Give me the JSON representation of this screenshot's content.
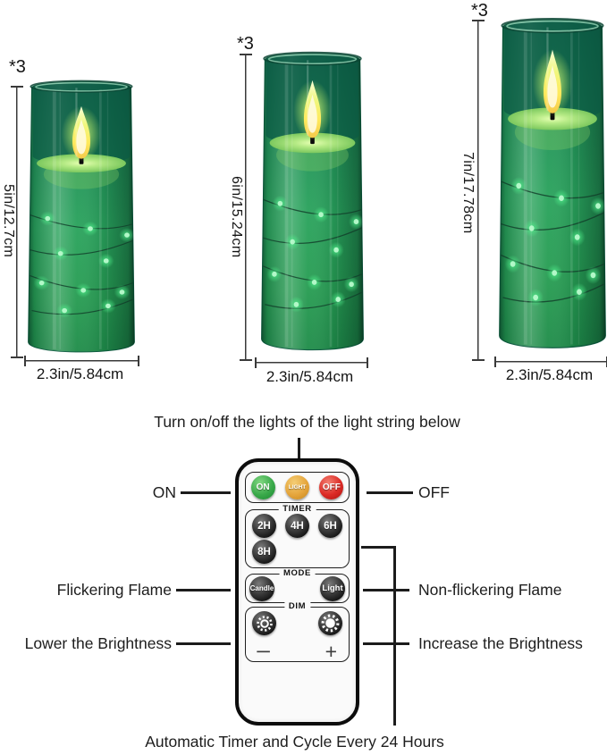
{
  "product": {
    "candles": [
      {
        "qty": "*3",
        "height": "5in/12.7cm",
        "width": "2.3in/5.84cm"
      },
      {
        "qty": "*3",
        "height": "6in/15.24cm",
        "width": "2.3in/5.84cm"
      },
      {
        "qty": "*3",
        "height": "7in/17.78cm",
        "width": "2.3in/5.84cm"
      }
    ]
  },
  "remote_info": {
    "title": "Turn on/off the lights of the light string below",
    "footer": "Automatic Timer and Cycle Every 24 Hours",
    "callouts": {
      "on": "ON",
      "off": "OFF",
      "flickering": "Flickering Flame",
      "non_flickering": "Non-flickering Flame",
      "lower": "Lower the Brightness",
      "increase": "Increase the Brightness"
    },
    "remote": {
      "power_buttons": [
        {
          "label": "ON",
          "color": "#2fa04a"
        },
        {
          "label": "LIGHT",
          "color": "#e6a73c"
        },
        {
          "label": "OFF",
          "color": "#d9261f"
        }
      ],
      "timer": {
        "label": "TIMER",
        "buttons": [
          "2H",
          "4H",
          "6H",
          "8H"
        ]
      },
      "mode": {
        "label": "MODE",
        "buttons": [
          "Candle",
          "Light"
        ]
      },
      "dim": {
        "label": "DIM",
        "icons": [
          "sun-dim-icon",
          "sun-bright-icon"
        ],
        "minus": "−",
        "plus": "+"
      }
    }
  },
  "colors": {
    "candle_glass": "#23945a",
    "led_light": "#5bf08c",
    "flame": "#f0f77e"
  }
}
